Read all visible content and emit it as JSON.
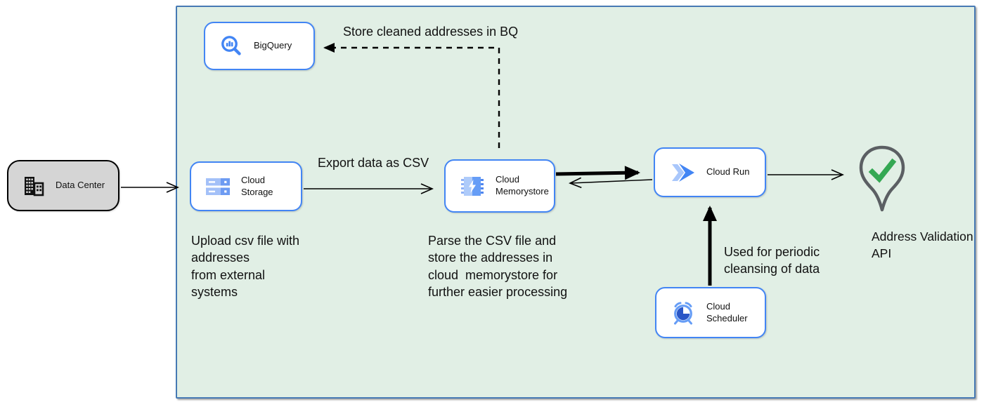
{
  "colors": {
    "node_border_blue": "#4285f4",
    "container_fill": "#e1efe5",
    "container_border": "#4679b4",
    "data_center_fill": "#d5d5d5",
    "icon_blue": "#4285f4",
    "icon_light_blue": "#a9c7fb",
    "scheduler_dark_blue": "#2a56c6",
    "check_green": "#34a853",
    "pin_outline_gray": "#5b5f63",
    "arrow_black": "#000000"
  },
  "nodes": {
    "data_center": {
      "label": "Data Center",
      "icon": "building-icon"
    },
    "big_query": {
      "label": "BigQuery",
      "icon": "bigquery-magnifier-icon"
    },
    "cloud_storage": {
      "label": "Cloud Storage",
      "icon": "storage-buckets-icon"
    },
    "cloud_memorystore": {
      "label": "Cloud\nMemorystore",
      "icon": "memorystore-chip-icon"
    },
    "cloud_run": {
      "label": "Cloud Run",
      "icon": "cloud-run-arrows-icon"
    },
    "cloud_scheduler": {
      "label": "Cloud Scheduler",
      "icon": "scheduler-clock-icon"
    },
    "address_validation_api": {
      "label": "Address Validation\nAPI",
      "icon": "map-pin-check-icon"
    }
  },
  "edge_labels": {
    "store_cleaned_bq": "Store cleaned addresses in BQ",
    "export_csv": "Export data as CSV",
    "periodic_cleansing": "Used for periodic\ncleansing of data"
  },
  "notes": {
    "upload_note": "Upload csv file with\naddresses\nfrom external\nsystems",
    "parse_note": "Parse the CSV file and\nstore the addresses in\ncloud  memorystore for\nfurther easier processing"
  }
}
